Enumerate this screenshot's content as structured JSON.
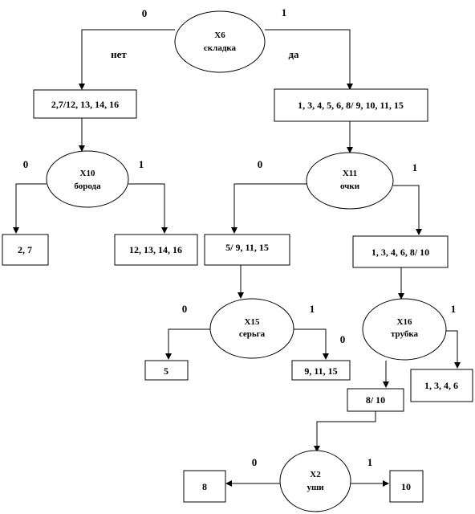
{
  "diagram": {
    "decisions": [
      {
        "id": "x6",
        "name": "X6",
        "feature": "складка"
      },
      {
        "id": "x10",
        "name": "X10",
        "feature": "борода"
      },
      {
        "id": "x11",
        "name": "X11",
        "feature": "очки"
      },
      {
        "id": "x15",
        "name": "X15",
        "feature": "серьга"
      },
      {
        "id": "x16",
        "name": "X16",
        "feature": "трубка"
      },
      {
        "id": "x2",
        "name": "X2",
        "feature": "уши"
      }
    ],
    "sets": {
      "s_root_left": "2,7/12, 13, 14, 16",
      "s_root_right": "1, 3, 4, 5, 6, 8/ 9, 10, 11, 15",
      "s_x10_0": "2, 7",
      "s_x10_1": "12, 13, 14, 16",
      "s_x11_0": "5/ 9, 11, 15",
      "s_x11_1": "1, 3, 4, 6, 8/ 10",
      "s_x15_0": "5",
      "s_x15_1": "9, 11, 15",
      "s_x16_1": "1, 3, 4, 6",
      "s_x16_0": "8/ 10",
      "s_x2_0": "8",
      "s_x2_1": "10"
    },
    "branch_labels": {
      "x6_0": "0",
      "x6_1": "1",
      "x6_no": "нет",
      "x6_yes": "да",
      "x10_0": "0",
      "x10_1": "1",
      "x11_0": "0",
      "x11_1": "1",
      "x15_0": "0",
      "x15_1": "1",
      "x15_0b": "0",
      "x16_1": "1",
      "x2_0": "0",
      "x2_1": "1"
    }
  }
}
